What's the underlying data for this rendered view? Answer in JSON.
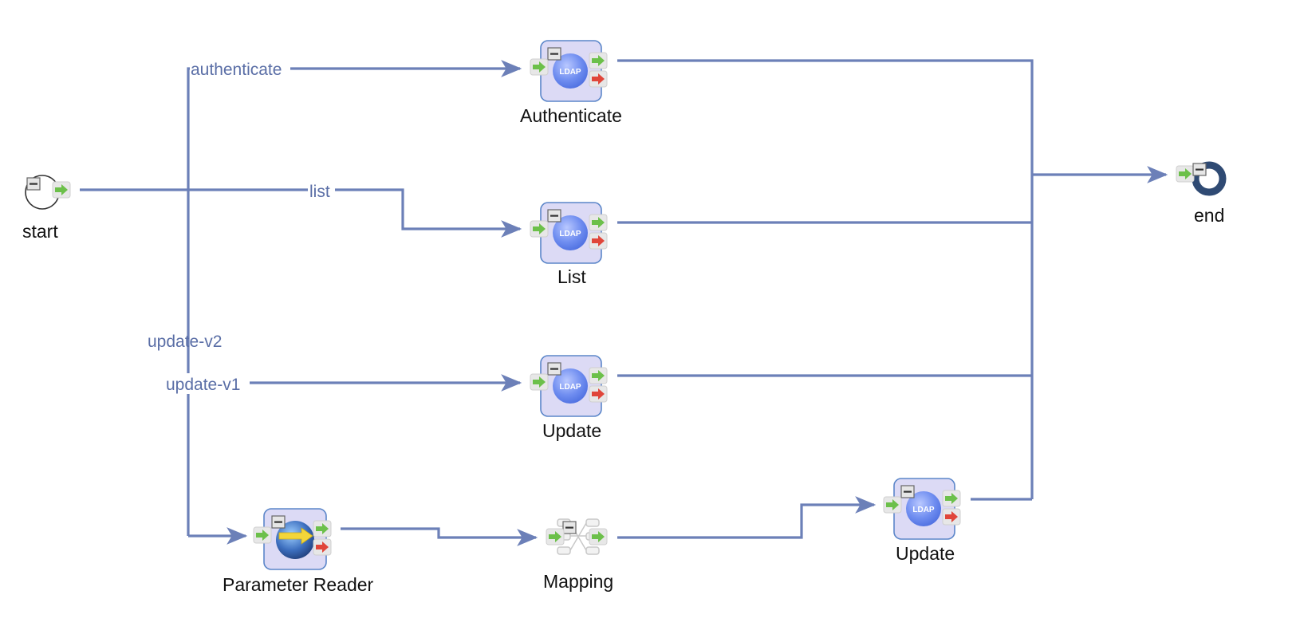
{
  "diagram": {
    "nodes": {
      "start": {
        "label": "start",
        "kind": "start-event"
      },
      "end": {
        "label": "end",
        "kind": "end-event"
      },
      "authenticate": {
        "label": "Authenticate",
        "kind": "ldap-activity",
        "icon_text": "LDAP"
      },
      "list": {
        "label": "List",
        "kind": "ldap-activity",
        "icon_text": "LDAP"
      },
      "update_v1": {
        "label": "Update",
        "kind": "ldap-activity",
        "icon_text": "LDAP"
      },
      "update_v2": {
        "label": "Update",
        "kind": "ldap-activity",
        "icon_text": "LDAP"
      },
      "parameter_reader": {
        "label": "Parameter Reader",
        "kind": "parameter-reader-activity"
      },
      "mapping": {
        "label": "Mapping",
        "kind": "mapping-activity"
      }
    },
    "edges": {
      "authenticate": {
        "label": "authenticate",
        "from": "start",
        "to": "Authenticate"
      },
      "list": {
        "label": "list",
        "from": "start",
        "to": "List"
      },
      "update_v1": {
        "label": "update-v1",
        "from": "start",
        "to": "Update"
      },
      "update_v2": {
        "label": "update-v2",
        "from": "start",
        "to": "Parameter Reader"
      }
    },
    "colors": {
      "edge": "#6c80b8",
      "edge_label": "#5a6ea6",
      "activity_fill": "#dcdaf5",
      "activity_border": "#5b86c9",
      "port_in": "#6cc04a",
      "port_error": "#e0463a",
      "end_ring": "#2f4a73"
    }
  }
}
